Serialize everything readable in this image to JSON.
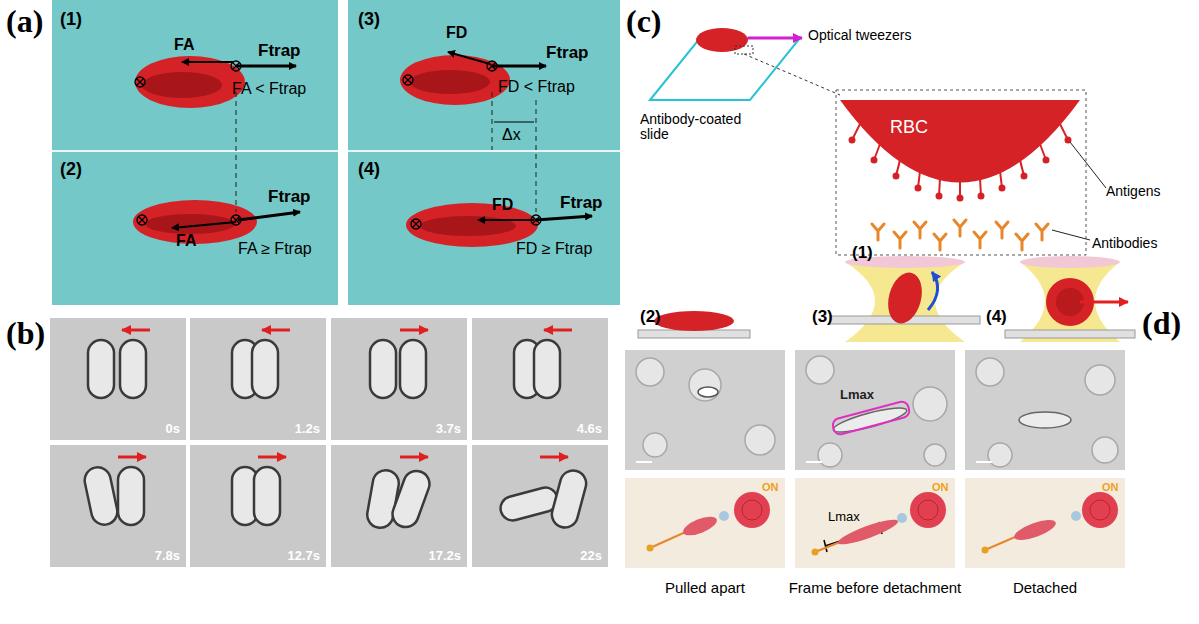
{
  "diagram": {
    "nodes": [
      {
        "text": [
          "0s"
        ]
      },
      {
        "text": [
          "1.2s"
        ]
      },
      {
        "text": [
          "3.7s"
        ]
      },
      {
        "text": [
          "4.6s"
        ]
      },
      {
        "text": [
          "7.8s"
        ]
      },
      {
        "text": [
          "12.7s"
        ]
      },
      {
        "text": [
          "17.2s"
        ]
      },
      {
        "text": [
          "22s"
        ]
      },
      {
        "text": [
          "RBC"
        ]
      }
    ],
    "labels": [
      "(a)",
      "(1)",
      "FA",
      "Ftrap",
      "FA < Ftrap",
      "(2)",
      "FA",
      "Ftrap",
      "FA ≥ Ftrap",
      "(3)",
      "FD",
      "Ftrap",
      "FD < Ftrap",
      "Δx",
      "(4)",
      "FD",
      "Ftrap",
      "FD ≥ Ftrap",
      "(b)",
      "(c)",
      "Optical tweezers",
      "Antibody-coated slide",
      "Antigens",
      "Antibodies",
      "(1)",
      "(2)",
      "(3)",
      "(4)",
      "(d)",
      "Lmax",
      "Lmax",
      "ON",
      "ON",
      "ON",
      "Pulled apart",
      "Frame before detachment",
      "Detached"
    ]
  }
}
